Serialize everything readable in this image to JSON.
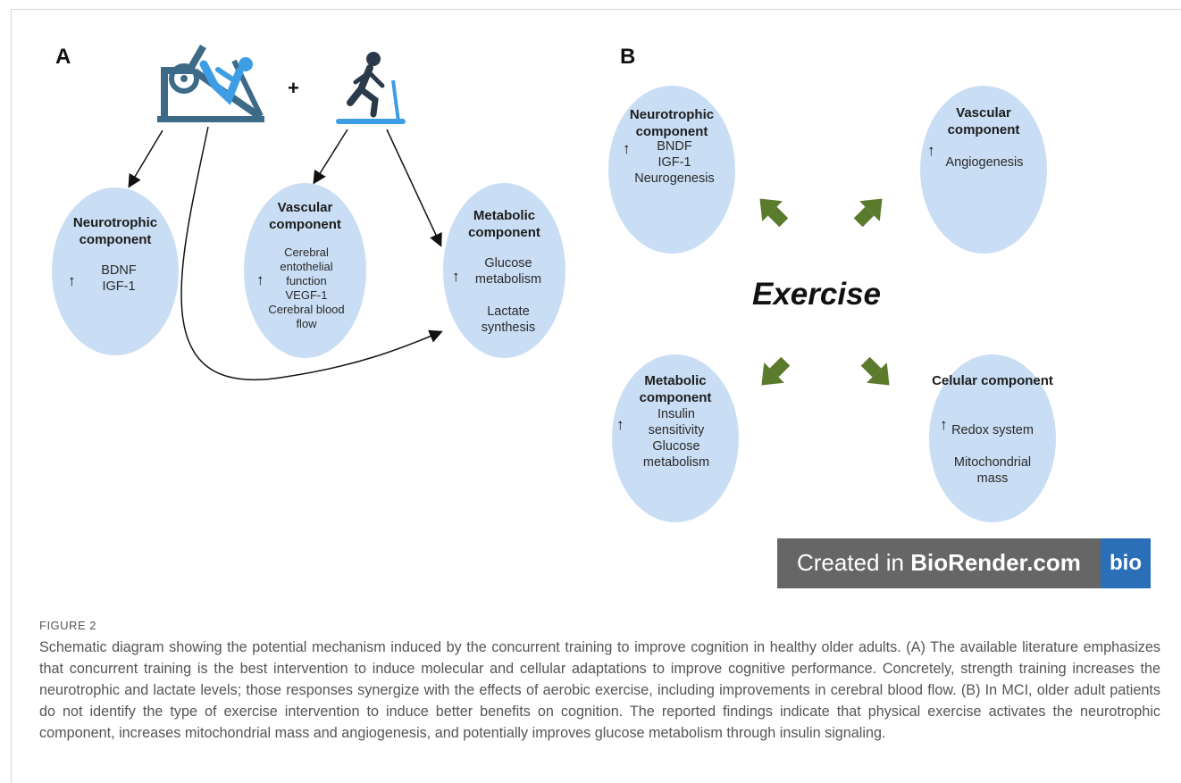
{
  "panel_a": {
    "letter": "A",
    "plus": "+",
    "neuro": {
      "title": "Neurotrophic component",
      "lines": [
        "BDNF",
        "IGF-1"
      ]
    },
    "vascular": {
      "title": "Vascular component",
      "lines": [
        "Cerebral",
        "entothelial",
        "function",
        "VEGF-1",
        "Cerebral blood",
        "flow"
      ]
    },
    "metabolic": {
      "title": "Metabolic component",
      "lines": [
        "Glucose",
        "metabolism",
        "",
        "Lactate",
        "synthesis"
      ]
    }
  },
  "panel_b": {
    "letter": "B",
    "center": "Exercise",
    "neuro": {
      "title": "Neurotrophic component",
      "lines": [
        "BNDF",
        "IGF-1",
        "Neurogenesis"
      ]
    },
    "vascular": {
      "title": "Vascular component",
      "lines": [
        "Angiogenesis"
      ]
    },
    "metabolic": {
      "title": "Metabolic component",
      "lines": [
        "Insulin",
        "sensitivity",
        "Glucose",
        "metabolism"
      ]
    },
    "cellular": {
      "title": "Celular component",
      "lines": [
        "Redox system",
        "",
        "Mitochondrial",
        "mass"
      ]
    },
    "arrow_color": "#5a7a2c",
    "bubble_color": "#c9ddf4"
  },
  "watermark": {
    "text_prefix": "Created in ",
    "text_bold": "BioRender.com",
    "logo": "bio"
  },
  "figure": {
    "label": "FIGURE 2",
    "caption": "Schematic diagram showing the potential mechanism induced by the concurrent training to improve cognition in healthy older adults. (A) The available literature emphasizes that concurrent training is the best intervention to induce molecular and cellular adaptations to improve cognitive performance. Concretely, strength training increases the neurotrophic and lactate levels; those responses synergize with the effects of aerobic exercise, including improvements in cerebral blood flow. (B) In MCI, older adult patients do not identify the type of exercise intervention to induce better benefits on cognition. The reported findings indicate that physical exercise activates the neurotrophic component, increases mitochondrial mass and angiogenesis, and potentially improves glucose metabolism through insulin signaling."
  },
  "icons": [
    "leg-press-machine-icon",
    "treadmill-runner-icon",
    "up-arrow-icon"
  ]
}
